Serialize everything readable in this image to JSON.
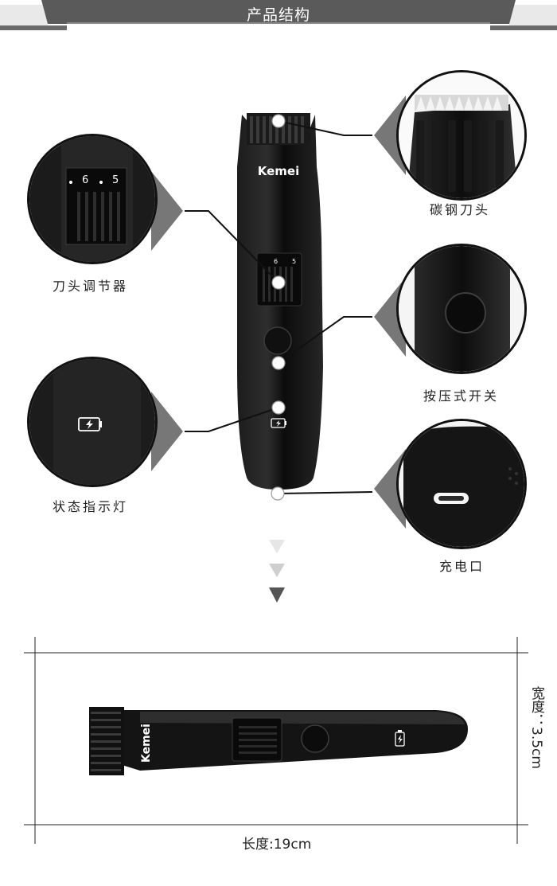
{
  "header": {
    "title": "产品结构"
  },
  "callouts": {
    "blade": "碳钢刀头",
    "adjuster": "刀头调节器",
    "switch": "按压式开关",
    "indicator": "状态指示灯",
    "port": "充电口"
  },
  "product": {
    "brand": "Kemei",
    "adjuster_marks": [
      "6",
      "5"
    ]
  },
  "dimensions": {
    "length": "长度:19cm",
    "width": "宽度：3.5cm"
  },
  "colors": {
    "banner": "#5a5a5a",
    "body": "#111111",
    "accent": "#ffffff"
  },
  "icons": [
    "battery-charging-icon",
    "down-arrow-icon"
  ]
}
